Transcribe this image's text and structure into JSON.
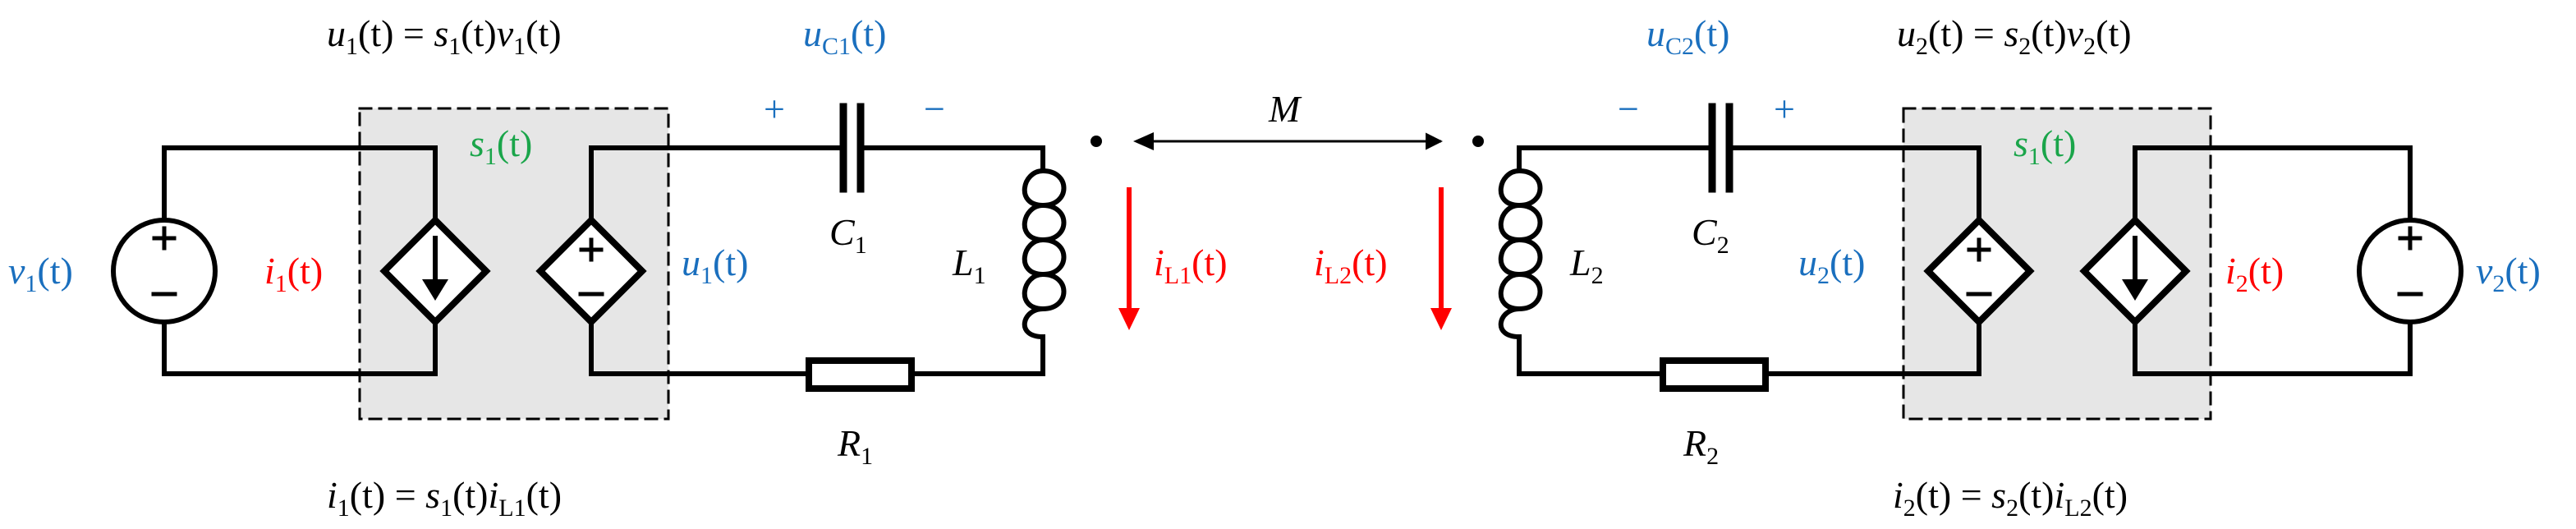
{
  "colors": {
    "blue": "#1a6fbe",
    "red": "#ff0000",
    "green": "#1aa54a",
    "black": "#000000",
    "shade": "#e6e6e6"
  },
  "equations": {
    "u1": {
      "lhs": "u",
      "lhs_sub": "1",
      "arg": "(t)",
      "eq": " = ",
      "f1": "s",
      "f1_sub": "1",
      "f1_arg": "(t)",
      "f2": "v",
      "f2_sub": "1",
      "f2_arg": "(t)"
    },
    "u2": {
      "lhs": "u",
      "lhs_sub": "2",
      "arg": "(t)",
      "eq": " = ",
      "f1": "s",
      "f1_sub": "2",
      "f1_arg": "(t)",
      "f2": "v",
      "f2_sub": "2",
      "f2_arg": "(t)"
    },
    "i1": {
      "lhs": "i",
      "lhs_sub": "1",
      "arg": "(t)",
      "eq": " = ",
      "f1": "s",
      "f1_sub": "1",
      "f1_arg": "(t)",
      "f2": "i",
      "f2_sub": "L1",
      "f2_arg": "(t)"
    },
    "i2": {
      "lhs": "i",
      "lhs_sub": "2",
      "arg": "(t)",
      "eq": " = ",
      "f1": "s",
      "f1_sub": "2",
      "f1_arg": "(t)",
      "f2": "i",
      "f2_sub": "L2",
      "f2_arg": "(t)"
    }
  },
  "labels": {
    "v1": {
      "sym": "v",
      "sub": "1",
      "arg": "(t)"
    },
    "v2": {
      "sym": "v",
      "sub": "2",
      "arg": "(t)"
    },
    "i1": {
      "sym": "i",
      "sub": "1",
      "arg": "(t)"
    },
    "i2": {
      "sym": "i",
      "sub": "2",
      "arg": "(t)"
    },
    "u1": {
      "sym": "u",
      "sub": "1",
      "arg": "(t)"
    },
    "u2": {
      "sym": "u",
      "sub": "2",
      "arg": "(t)"
    },
    "s1_left": {
      "sym": "s",
      "sub": "1",
      "arg": "(t)"
    },
    "s1_right": {
      "sym": "s",
      "sub": "1",
      "arg": "(t)"
    },
    "uC1": {
      "sym": "u",
      "sub": "C1",
      "arg": "(t)"
    },
    "uC2": {
      "sym": "u",
      "sub": "C2",
      "arg": "(t)"
    },
    "iL1": {
      "sym": "i",
      "sub": "L1",
      "arg": "(t)"
    },
    "iL2": {
      "sym": "i",
      "sub": "L2",
      "arg": "(t)"
    },
    "C1": {
      "sym": "C",
      "sub": "1"
    },
    "C2": {
      "sym": "C",
      "sub": "2"
    },
    "L1": {
      "sym": "L",
      "sub": "1"
    },
    "L2": {
      "sym": "L",
      "sub": "2"
    },
    "R1": {
      "sym": "R",
      "sub": "1"
    },
    "R2": {
      "sym": "R",
      "sub": "2"
    },
    "M": {
      "sym": "M"
    }
  },
  "polarity": {
    "plus": "+",
    "minus": "−"
  }
}
